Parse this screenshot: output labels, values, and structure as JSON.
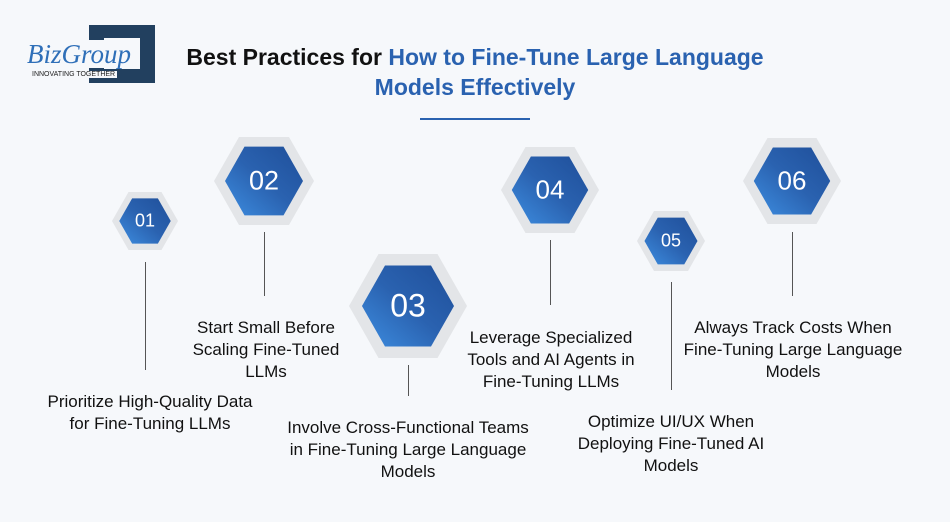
{
  "logo": {
    "name": "BizGroup",
    "tagline": "INNOVATING TOGETHER"
  },
  "title": {
    "prefix": "Best Practices for ",
    "highlight": "How to Fine-Tune Large Language Models Effectively"
  },
  "colors": {
    "accent": "#2a62b0",
    "logo_dark": "#22405f"
  },
  "steps": [
    {
      "number": "01",
      "text": "Prioritize High-Quality Data for Fine-Tuning LLMs"
    },
    {
      "number": "02",
      "text": "Start Small Before Scaling Fine-Tuned LLMs"
    },
    {
      "number": "03",
      "text": "Involve Cross-Functional Teams in Fine-Tuning Large Language Models"
    },
    {
      "number": "04",
      "text": "Leverage Specialized Tools and AI Agents in Fine-Tuning LLMs"
    },
    {
      "number": "05",
      "text": "Optimize UI/UX When Deploying Fine-Tuned AI Models"
    },
    {
      "number": "06",
      "text": "Always Track Costs When Fine-Tuning Large Language Models"
    }
  ]
}
